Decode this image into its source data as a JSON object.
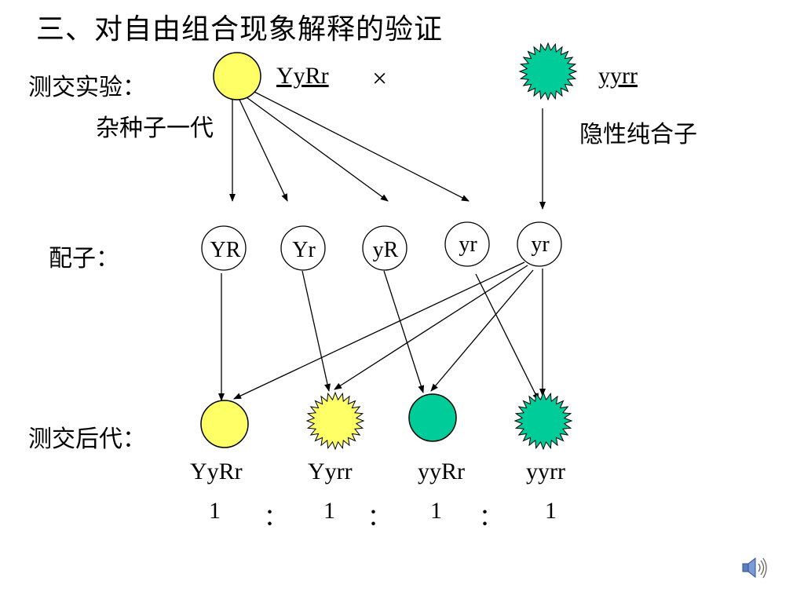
{
  "title": "三、对自由组合现象解释的验证",
  "labels": {
    "test_cross": "测交实验：",
    "hybrid_f1": "杂种子一代",
    "recessive_homozygote": "隐性纯合子",
    "gametes": "配子：",
    "offspring": "测交后代："
  },
  "parents": {
    "p1_genotype": "YyRr",
    "cross_symbol": "×",
    "p2_genotype": "yyrr"
  },
  "gametes": [
    "YR",
    "Yr",
    "yR",
    "yr",
    "yr"
  ],
  "offspring_genotypes": [
    "YyRr",
    "Yyrr",
    "yyRr",
    "yyrr"
  ],
  "ratio": {
    "values": [
      "1",
      "1",
      "1",
      "1"
    ],
    "separator": "："
  },
  "colors": {
    "yellow": "#ffff66",
    "green": "#00cc99",
    "outline": "#000000"
  },
  "icons": {
    "audio": "speaker-icon"
  }
}
